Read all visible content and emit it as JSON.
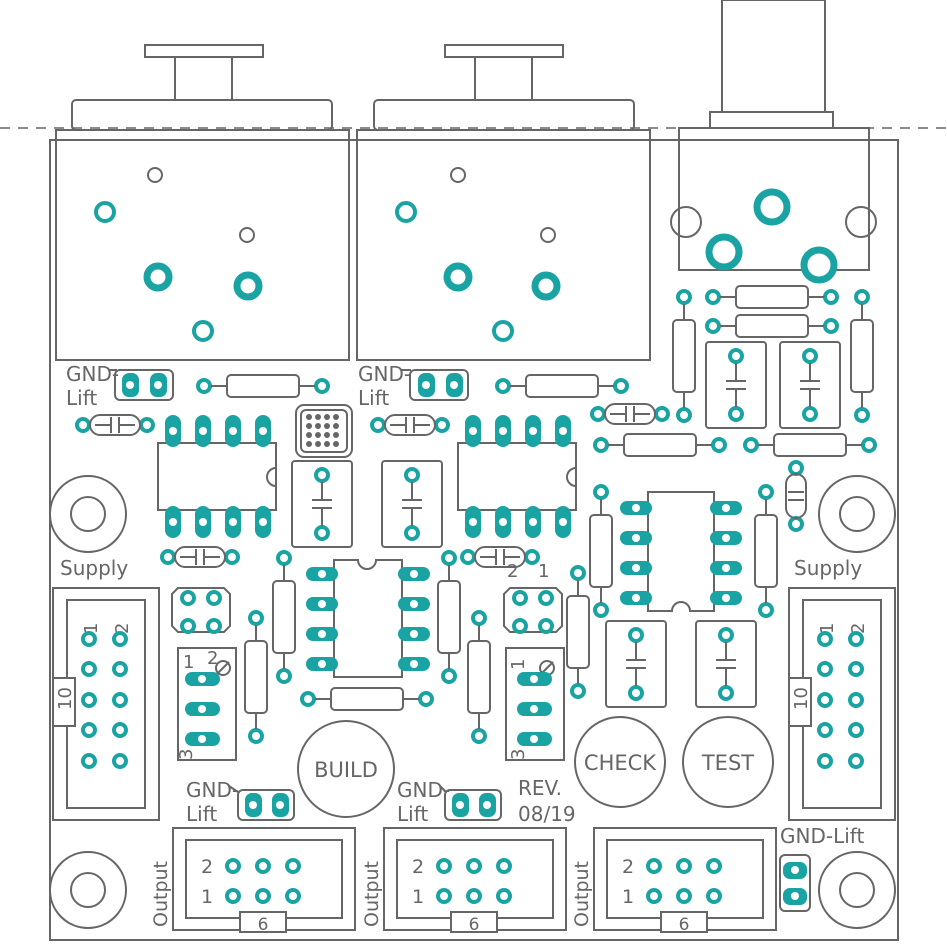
{
  "labels": {
    "gnd_lift_1": "GND-",
    "gnd_lift_1b": "Lift",
    "gnd_lift_2": "GND-",
    "gnd_lift_2b": "Lift",
    "gnd_lift_3": "GND-",
    "gnd_lift_3b": "Lift",
    "gnd_lift_4": "GND-",
    "gnd_lift_4b": "Lift",
    "gnd_lift_right": "GND-Lift",
    "supply_left": "Supply",
    "supply_right": "Supply",
    "build": "BUILD",
    "check": "CHECK",
    "test": "TEST",
    "rev": "REV.",
    "rev_date": "08/19",
    "output_1": "Output",
    "output_2": "Output",
    "output_3": "Output",
    "pin_1": "1",
    "pin_2": "2",
    "pin_3": "3",
    "pin_6": "6",
    "pin_10": "10"
  },
  "colors": {
    "copper": "#1aa3a3",
    "silkscreen": "#666666"
  }
}
